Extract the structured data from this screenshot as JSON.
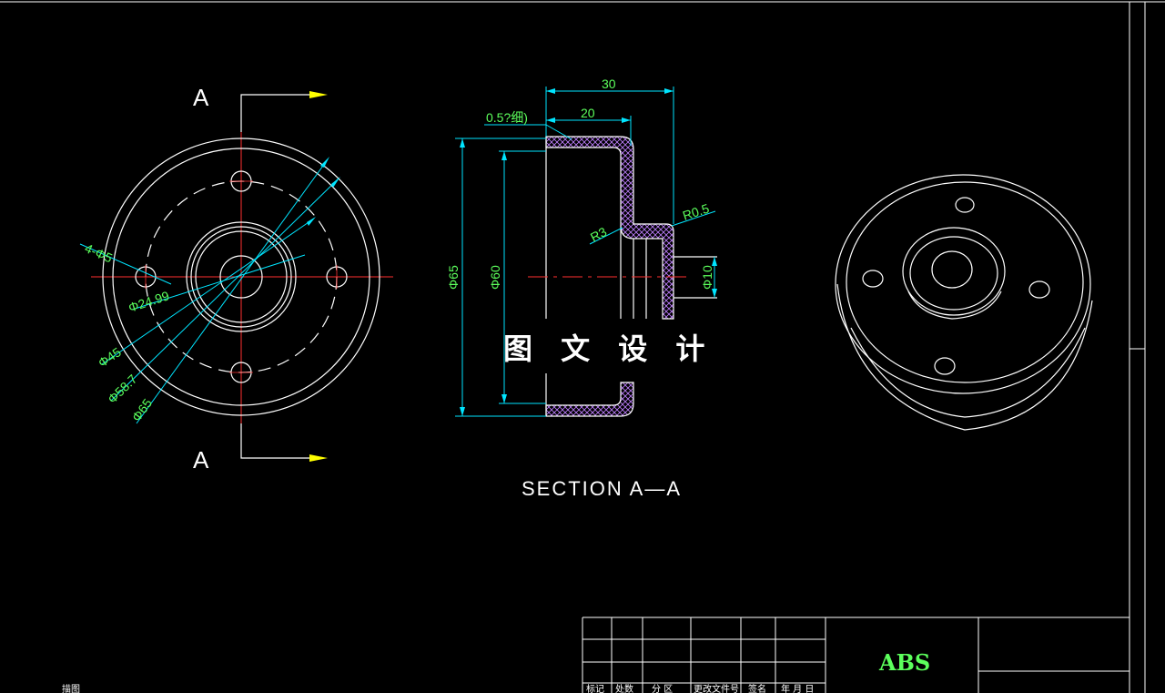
{
  "drawing": {
    "section_marker": "A",
    "section_title": "SECTION A—A",
    "watermark": "图 文 设 计",
    "front_view_dims": {
      "holes": "4-Φ5",
      "d_inner": "Φ24.99",
      "d_45": "Φ45",
      "d_58": "Φ58.7",
      "d_65": "Φ65"
    },
    "section_dims": {
      "len_30": "30",
      "len_20": "20",
      "wall": "0.5?细)",
      "r3": "R3",
      "r05": "R0.5",
      "d65": "Φ65",
      "d60": "Φ60",
      "d10": "Φ10"
    },
    "title_block": {
      "headers": [
        "标记",
        "处数",
        "分 区",
        "更改文件号",
        "签名",
        "年 月 日"
      ],
      "material": "ABS",
      "left_note": "描图"
    },
    "colors": {
      "geometry": "#ffffff",
      "dimension": "#5cff5c",
      "extension": "#00e5ff",
      "centerline": "#ff3030",
      "arrow": "#ffff00"
    }
  }
}
